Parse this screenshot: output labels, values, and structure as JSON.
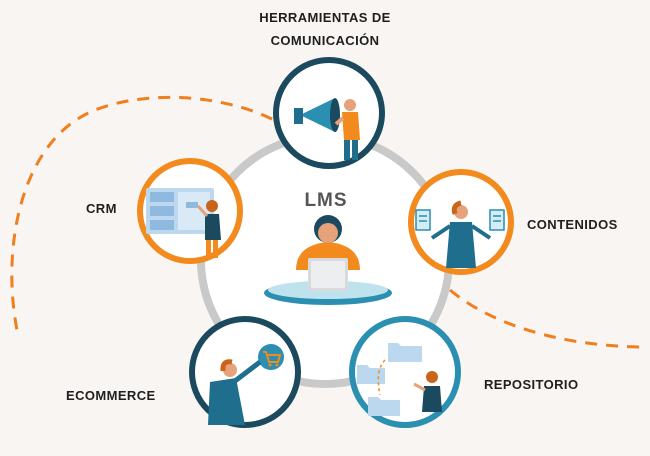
{
  "center": {
    "title": "LMS"
  },
  "nodes": {
    "top": {
      "line1": "HERRAMIENTAS DE",
      "line2": "COMUNICACIÓN"
    },
    "crm": {
      "label": "CRM"
    },
    "contenidos": {
      "label": "CONTENIDOS"
    },
    "ecommerce": {
      "label": "ECOMMERCE"
    },
    "repositorio": {
      "label": "REPOSITORIO"
    }
  },
  "colors": {
    "orange": "#f28a1e",
    "navy": "#1b4a5f",
    "teal": "#2a8fb0",
    "grey_ring": "#c9c9c9",
    "dashes": "#f07f1d"
  }
}
